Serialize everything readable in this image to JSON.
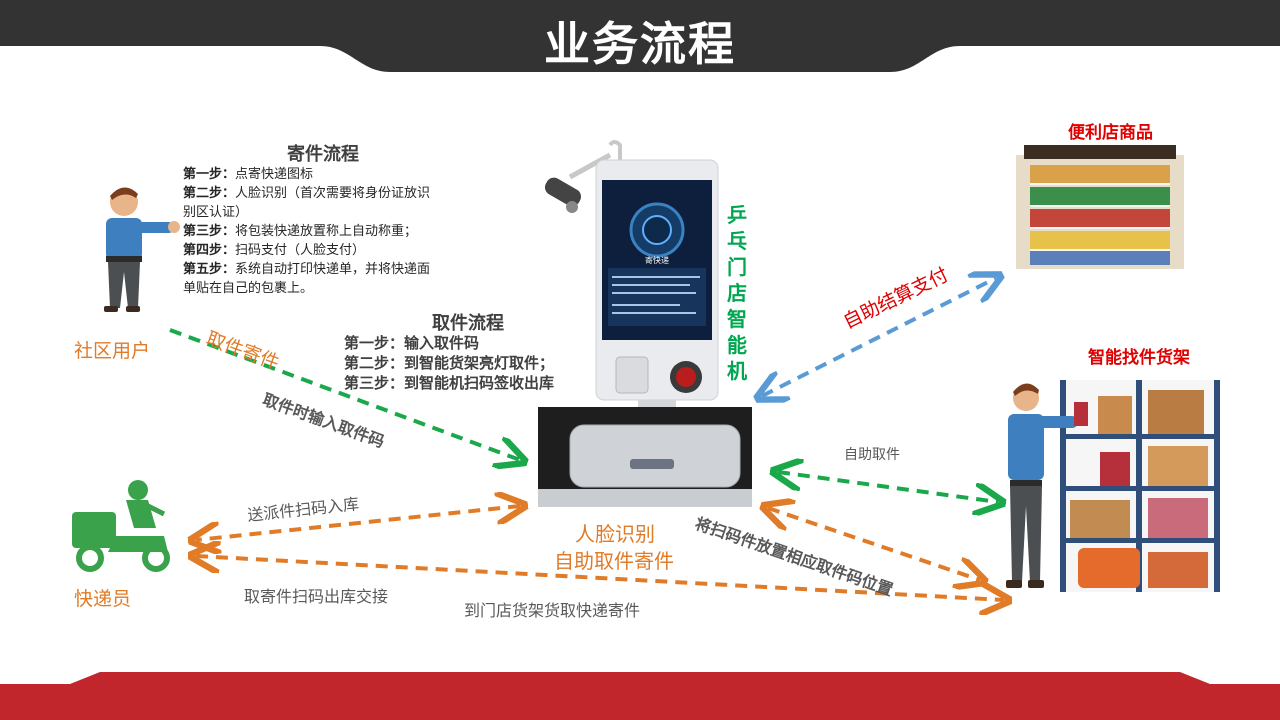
{
  "header": {
    "title": "业务流程"
  },
  "send_flow": {
    "title": "寄件流程",
    "steps": [
      {
        "label": "第一步：",
        "text": "点寄快递图标"
      },
      {
        "label": "第二步：",
        "text": "人脸识别（首次需要将身份证放识"
      },
      {
        "label": "",
        "text": "别区认证）"
      },
      {
        "label": "第三步：",
        "text": "将包装快递放置称上自动称重；"
      },
      {
        "label": "第四步：",
        "text": "扫码支付（人脸支付）"
      },
      {
        "label": "第五步：",
        "text": "系统自动打印快递单，并将快递面"
      },
      {
        "label": "",
        "text": "单贴在自己的包裹上。"
      }
    ]
  },
  "pickup_flow": {
    "title": "取件流程",
    "steps": [
      "第一步：输入取件码",
      "第二步：到智能货架亮灯取件；",
      "第三步：到智能机扫码签收出库"
    ]
  },
  "actors": {
    "community_user": "社区用户",
    "courier": "快递员",
    "convenience_goods": "便利店商品",
    "smart_shelf": "智能找件货架"
  },
  "machine": {
    "name": "乒乓门店智能机",
    "name_chars": [
      "乒",
      "乓",
      "门",
      "店",
      "智",
      "能",
      "机"
    ],
    "screen_title": "寄快递",
    "caption_line1": "人脸识别",
    "caption_line2": "自助取件寄件"
  },
  "arrows": {
    "pick_send": "取件寄件",
    "enter_code": "取件时输入取件码",
    "deliver_scan": "送派件扫码入库",
    "pickup_scan_out": "取寄件扫码出库交接",
    "shelf_pickup": "到门店货架货取快递寄件",
    "self_checkout": "自助结算支付",
    "self_pickup": "自助取件",
    "place_position": "将扫码件放置相应取件码位置"
  },
  "colors": {
    "header_bar": "#333333",
    "footer_bar": "#c0262c",
    "green_arrow": "#1aa84a",
    "orange_arrow": "#e07b28",
    "blue_arrow": "#5a9bd5",
    "orange_text": "#e07b28",
    "red_text": "#e00000",
    "green_text": "#00a650"
  }
}
